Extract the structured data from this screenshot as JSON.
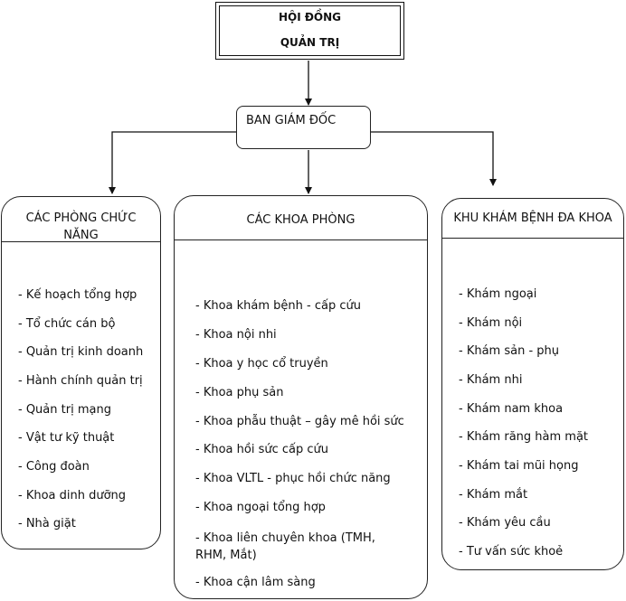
{
  "board": {
    "line1": "HỘI ĐỒNG",
    "line2": "QUẢN TRỊ"
  },
  "directors": {
    "label": "BAN GIÁM ĐỐC"
  },
  "functional_departments": {
    "title": "CÁC PHÒNG CHỨC NĂNG",
    "items": [
      "- Kế hoạch tổng hợp",
      "- Tổ chức cán bộ",
      "- Quản trị kinh doanh",
      "- Hành chính quản trị",
      "- Quản trị mạng",
      "- Vật tư kỹ thuật",
      "- Công đoàn",
      "- Khoa dinh dưỡng",
      "- Nhà giặt"
    ]
  },
  "clinical_departments": {
    "title": "CÁC KHOA PHÒNG",
    "items": [
      "- Khoa khám bệnh - cấp cứu",
      "- Khoa nội nhi",
      "- Khoa y học cổ truyền",
      "- Khoa phụ sản",
      "- Khoa phẫu thuật – gây mê hồi sức",
      "- Khoa hồi sức cấp cứu",
      "- Khoa VLTL - phục hồi chức năng",
      "- Khoa ngoại tổng hợp",
      "- Khoa liên chuyên khoa (TMH, RHM, Mắt)",
      "- Khoa cận lâm sàng"
    ]
  },
  "polyclinic": {
    "title": "KHU KHÁM BỆNH ĐA KHOA",
    "items": [
      "- Khám ngoại",
      "- Khám nội",
      "- Khám sản - phụ",
      "- Khám nhi",
      "- Khám nam khoa",
      "- Khám răng hàm mặt",
      "- Khám tai mũi họng",
      "- Khám mắt",
      "- Khám yêu cầu",
      "- Tư vấn sức khoẻ"
    ]
  }
}
